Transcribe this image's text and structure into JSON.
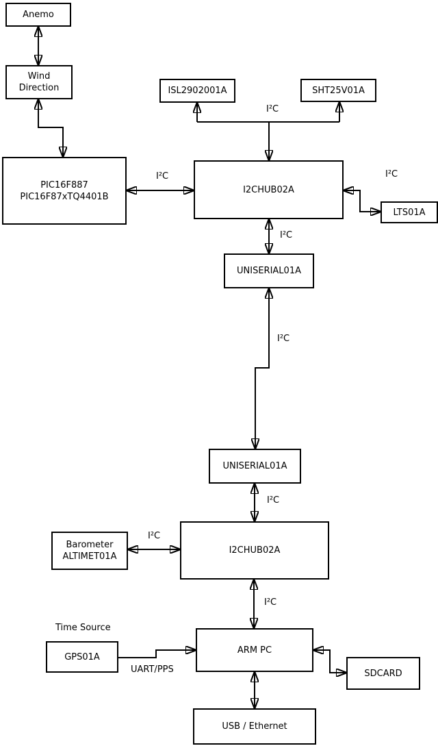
{
  "diagram": {
    "nodes": {
      "anemo": {
        "label": "Anemo"
      },
      "wind_direction": {
        "line1": "Wind",
        "line2": "Direction"
      },
      "pic": {
        "line1": "PIC16F887",
        "line2": "PIC16F87xTQ4401B"
      },
      "isl": {
        "label": "ISL2902001A"
      },
      "sht": {
        "label": "SHT25V01A"
      },
      "hub1": {
        "label": "I2CHUB02A"
      },
      "lts": {
        "label": "LTS01A"
      },
      "uniserial1": {
        "label": "UNISERIAL01A"
      },
      "uniserial2": {
        "label": "UNISERIAL01A"
      },
      "barometer": {
        "line1": "Barometer",
        "line2": "ALTIMET01A"
      },
      "hub2": {
        "label": "I2CHUB02A"
      },
      "gps": {
        "label": "GPS01A"
      },
      "armpc": {
        "label": "ARM PC"
      },
      "sdcard": {
        "label": "SDCARD"
      },
      "usb": {
        "label": "USB / Ethernet"
      }
    },
    "edge_labels": {
      "pic_hub1": "I²C",
      "hub1_sensors": "I²C",
      "hub1_lts": "I²C",
      "hub1_uniserial1": "I²C",
      "uniserial1_uniserial2": "I²C",
      "uniserial2_hub2": "I²C",
      "barometer_hub2": "I²C",
      "hub2_armpc": "I²C",
      "gps_armpc": "UART/PPS"
    },
    "annotations": {
      "time_source": "Time Source"
    },
    "colors": {
      "line": "#000000",
      "box_border": "#000000",
      "box_fill": "#ffffff",
      "background": "#ffffff",
      "text": "#000000"
    }
  }
}
